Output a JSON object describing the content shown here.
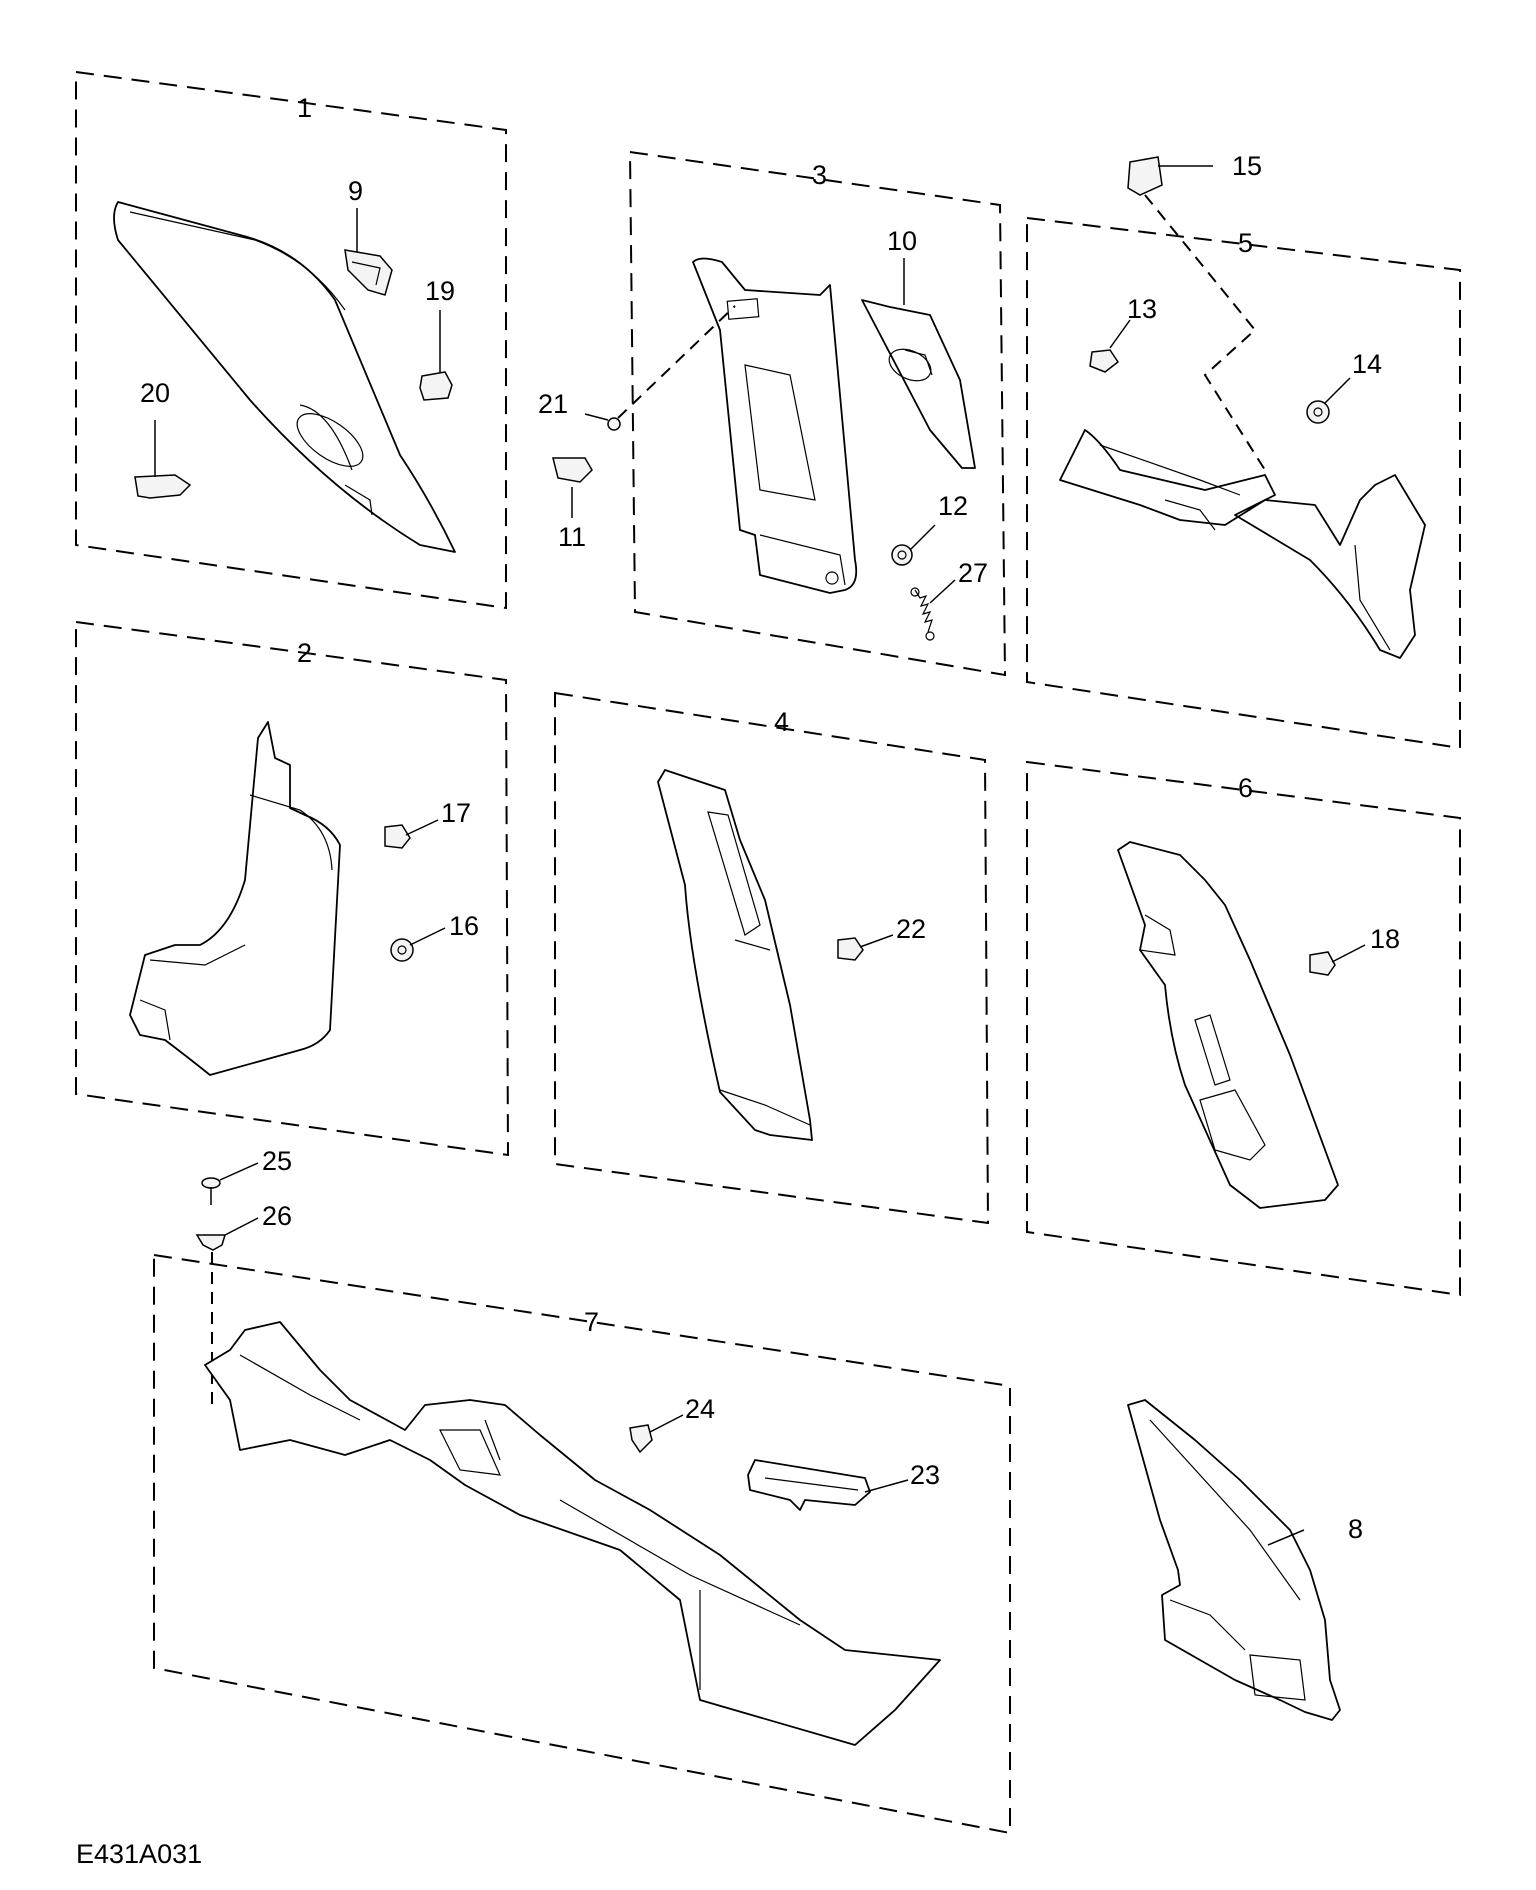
{
  "diagram_code": "E431A031",
  "callouts": {
    "c1": "1",
    "c2": "2",
    "c3": "3",
    "c4": "4",
    "c5": "5",
    "c6": "6",
    "c7": "7",
    "c8": "8",
    "c9": "9",
    "c10": "10",
    "c11": "11",
    "c12": "12",
    "c13": "13",
    "c14": "14",
    "c15": "15",
    "c16": "16",
    "c17": "17",
    "c18": "18",
    "c19": "19",
    "c20": "20",
    "c21": "21",
    "c22": "22",
    "c23": "23",
    "c24": "24",
    "c25": "25",
    "c26": "26",
    "c27": "27"
  }
}
